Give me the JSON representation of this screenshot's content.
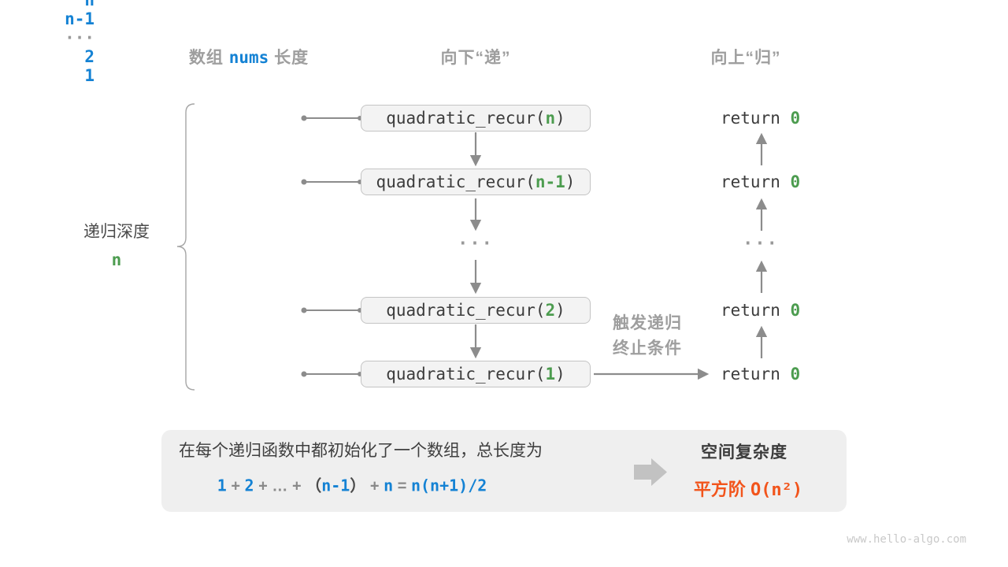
{
  "figure": {
    "headers": {
      "col_left_pre": "数组 ",
      "col_left_code": "nums",
      "col_left_post": " 长度",
      "col_mid": "向下“递”",
      "col_right": "向上“归”"
    },
    "depth_brace": {
      "label": "递归深度",
      "value": "n"
    },
    "call_prefix": "quadratic_recur(",
    "call_suffix": ")",
    "return_keyword": "return ",
    "rows": [
      {
        "depth": "n",
        "call_arg": "n",
        "return_value": "0"
      },
      {
        "depth": "n-1",
        "call_arg": "n-1",
        "return_value": "0"
      },
      {
        "depth": "···",
        "dots": "···"
      },
      {
        "depth": "2",
        "call_arg": "2",
        "return_value": "0"
      },
      {
        "depth": "1",
        "call_arg": "1",
        "return_value": "0"
      }
    ],
    "trigger_note": {
      "line1": "触发递归",
      "line2": "终止条件"
    },
    "summary": {
      "line1": "在每个递归函数中都初始化了一个数组，总长度为",
      "formula": {
        "s0": "1",
        "s1": " + ",
        "s2": "2",
        "s3": " + ",
        "s4": "…",
        "s5": " + ",
        "s6": "（",
        "s7": "n-1",
        "s8": "）",
        "s9": " + ",
        "s10": "n",
        "s11": " = ",
        "s12": "n(n+1)/2"
      },
      "result_title": "空间复杂度",
      "result_order": "平方阶 ",
      "result_big_o": "O(n²)"
    },
    "watermark": "www.hello-algo.com",
    "colors": {
      "blue": "#1482D4",
      "green": "#4C9C4F",
      "orange": "#F2541B",
      "gray_label": "#9E9E9E",
      "arrow_gray": "#8C8C8C",
      "box_fill": "#F3F3F3",
      "summary_fill": "#EFEFEF"
    }
  }
}
